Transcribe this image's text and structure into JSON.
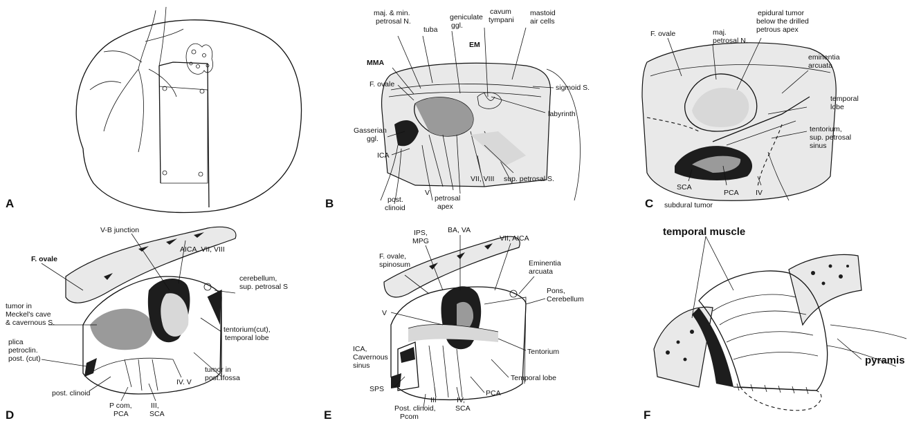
{
  "panels": {
    "A": {
      "letter": "A"
    },
    "B": {
      "letter": "B",
      "labels": {
        "maj_min_petrosal": [
          "maj. & min.",
          "petrosal N."
        ],
        "tuba": "tuba",
        "geniculate": [
          "geniculate",
          "ggl."
        ],
        "cavum": [
          "cavum",
          "tympani"
        ],
        "mastoid": [
          "mastoid",
          "air cells"
        ],
        "mma": "MMA",
        "em": "EM",
        "f_ovale": "F. ovale",
        "sigmoid": "sigmoid S.",
        "gasserian": [
          "Gasserian",
          "ggl."
        ],
        "labyrinth": "labyrinth",
        "ica": "ICA",
        "vii_viii": "VII, VIII",
        "sup_petrosal": "sup. petrosal S.",
        "v": "V",
        "post_clinoid": [
          "post.",
          "clinoid"
        ],
        "petrosal_apex": [
          "petrosal",
          "apex"
        ]
      }
    },
    "C": {
      "letter": "C",
      "labels": {
        "f_ovale": "F. ovale",
        "maj_petrosal": [
          "maj.",
          "petrosal N."
        ],
        "epidural": [
          "epidural tumor",
          "below the drilled",
          "petrous apex"
        ],
        "eminentia": [
          "eminentia",
          "arcuata"
        ],
        "temporal_lobe": [
          "temporal",
          "lobe"
        ],
        "tentorium": [
          "tentorium,",
          "sup. petrosal",
          "sinus"
        ],
        "sca": "SCA",
        "pca": "PCA",
        "iv": "IV",
        "subdural": "subdural tumor"
      }
    },
    "D": {
      "letter": "D",
      "labels": {
        "vb_junction": "V-B junction",
        "aica": "AICA. VII, VIII",
        "f_ovale": "F. ovale",
        "cerebellum": [
          "cerebellum,",
          "sup. petrosal S"
        ],
        "tumor_meckel": [
          "tumor in",
          "Meckel's cave",
          "& cavernous S."
        ],
        "plica": [
          "plica",
          "petroclin.",
          "post. (cut)"
        ],
        "tentorium": [
          "tentorium(cut),",
          "temporal lobe"
        ],
        "tumor_post": [
          "tumor in",
          "post. fossa"
        ],
        "iv_v": "IV. V",
        "post_clinoid": "post. clinoid",
        "pcom": [
          "P com,",
          "PCA"
        ],
        "iii_sca": [
          "III,",
          "SCA"
        ]
      }
    },
    "E": {
      "letter": "E",
      "labels": {
        "ips": [
          "IPS,",
          "MPG"
        ],
        "ba_va": "BA, VA",
        "vii_aica": "VII, AICA",
        "f_ovale": [
          "F. ovale,",
          "spinosum"
        ],
        "eminentia": [
          "Eminentia",
          "arcuata"
        ],
        "pons": [
          "Pons,",
          "Cerebellum"
        ],
        "v": "V",
        "ica": [
          "ICA,",
          "Cavernous",
          "sinus"
        ],
        "tentorium": "Tentorium",
        "temporal_lobe": "Temporal lobe",
        "pca": "PCA",
        "sps": "SPS",
        "iii": "III",
        "iv_sca": [
          "IV,",
          "SCA"
        ],
        "post_clinoid": [
          "Post. clinoid,",
          "Pcom"
        ]
      }
    },
    "F": {
      "letter": "F",
      "labels": {
        "temporal_muscle": "temporal muscle",
        "pyramis": "pyramis"
      }
    }
  }
}
